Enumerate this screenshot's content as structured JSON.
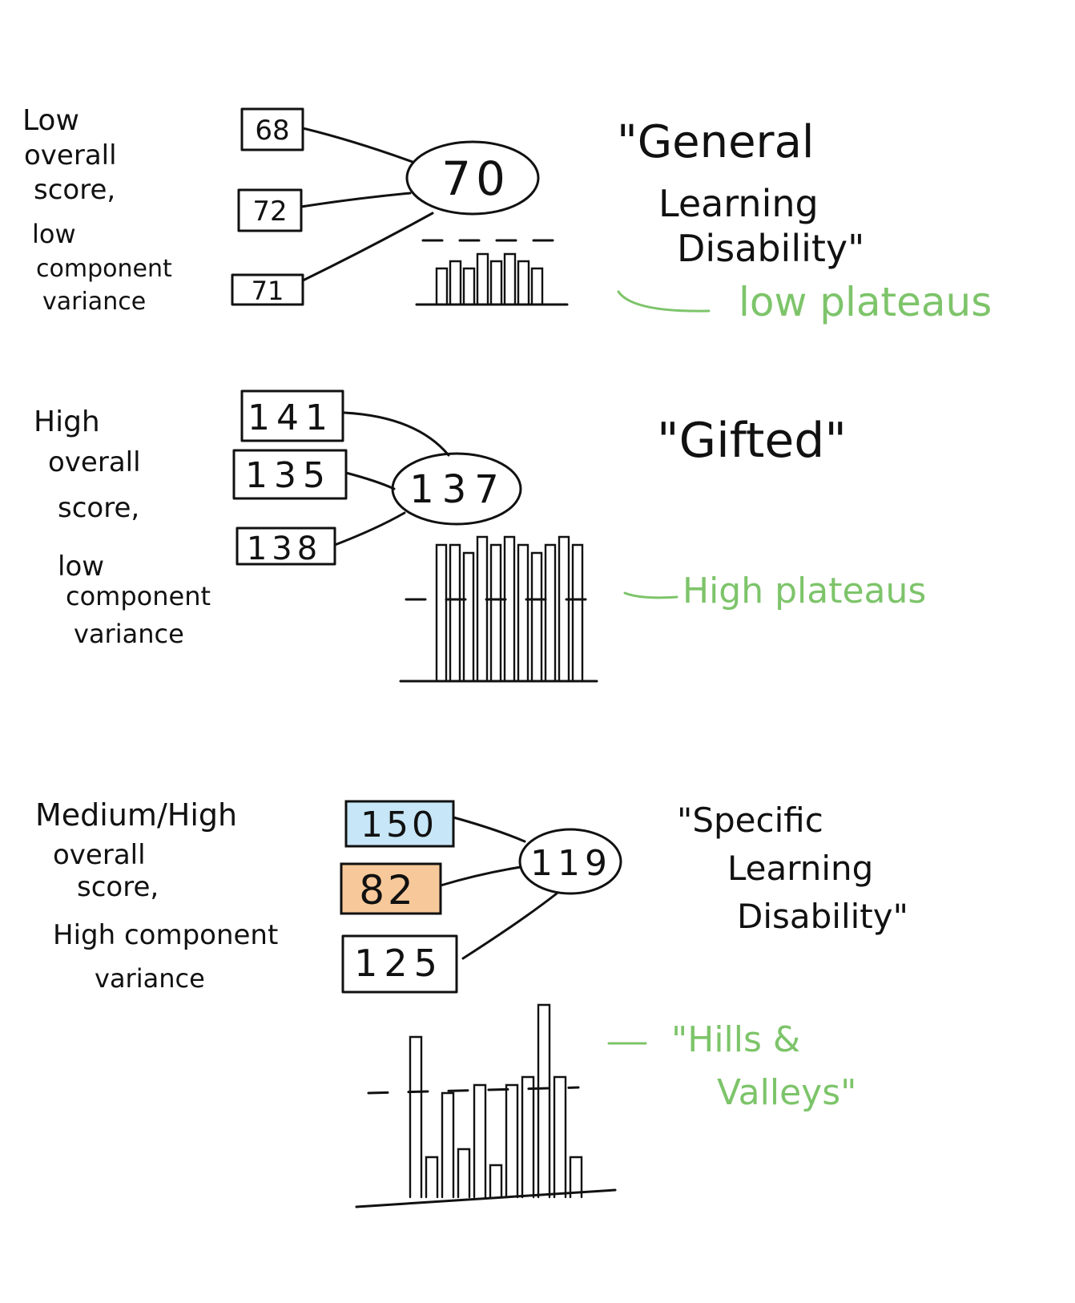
{
  "colors": {
    "ink": "#111111",
    "accent": "#7dc46a",
    "high": "#c7e6f7",
    "low": "#f7c99a"
  },
  "sections": [
    {
      "description_lines": [
        "Low",
        "overall",
        "score,",
        "low",
        "component",
        "variance"
      ],
      "scores": [
        "68",
        "72",
        "71"
      ],
      "overall": "70",
      "label_lines": [
        "\"General",
        "Learning",
        "Disability\""
      ],
      "pattern": "low plateaus",
      "bars": [
        5,
        6,
        5,
        7,
        6,
        7,
        6,
        5
      ]
    },
    {
      "description_lines": [
        "High",
        "overall",
        "score,",
        "low",
        "component",
        "variance"
      ],
      "scores": [
        "141",
        "135",
        "138"
      ],
      "overall": "137",
      "label_lines": [
        "\"Gifted\""
      ],
      "pattern": "High plateaus",
      "bars": [
        17,
        17,
        16,
        18,
        17,
        18,
        17,
        16,
        17,
        18,
        17
      ]
    },
    {
      "description_lines": [
        "Medium/High",
        "overall",
        "score,",
        "High component",
        "variance"
      ],
      "scores": [
        "150",
        "82",
        "125"
      ],
      "overall": "119",
      "label_lines": [
        "\"Specific",
        "Learning",
        "Disability\""
      ],
      "pattern_lines": [
        "\"Hills &",
        "Valleys\""
      ],
      "bars": [
        20,
        5,
        13,
        6,
        14,
        4,
        14,
        15,
        24,
        15,
        5
      ]
    }
  ]
}
